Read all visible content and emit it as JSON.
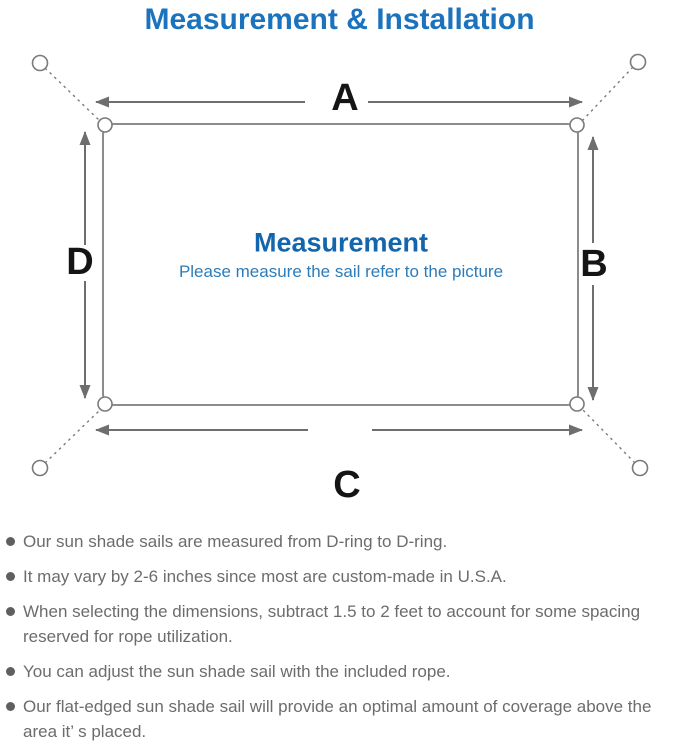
{
  "title": "Measurement & Installation",
  "diagram": {
    "label_a": "A",
    "label_b": "B",
    "label_c": "C",
    "label_d": "D",
    "center_title": "Measurement",
    "center_subtitle": "Please measure the sail refer to the picture",
    "icons": [
      "anchor-circle-icon",
      "d-ring-icon",
      "arrow-icon",
      "rope-dashed-line"
    ]
  },
  "colors": {
    "title_blue": "#1a73bc",
    "center_title_blue": "#1366ab",
    "center_subtitle_blue": "#2d7cba",
    "dimension_label_black": "#151515",
    "line_gray": "#7a7a7a",
    "arrow_gray": "#6e6e6e",
    "sail_border_gray": "#8c8c8c",
    "bullet_text_gray": "#6c6c6c"
  },
  "bullets": [
    "Our sun shade sails are measured from D-ring to D-ring.",
    "It may vary by 2-6 inches since most are custom-made in U.S.A.",
    "When selecting the dimensions, subtract 1.5 to 2 feet to account for some spacing reserved for rope utilization.",
    "You can adjust the sun shade sail with the included rope.",
    "Our flat-edged sun shade sail will provide an optimal amount of coverage above the area it’ s placed."
  ]
}
